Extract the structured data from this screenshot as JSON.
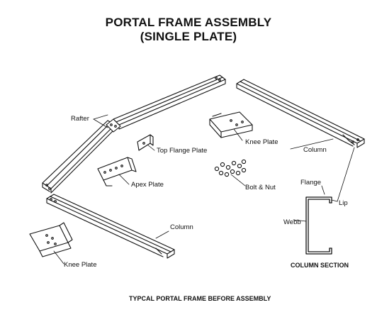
{
  "title": {
    "line1": "PORTAL FRAME ASSEMBLY",
    "line2": "(SINGLE PLATE)"
  },
  "labels": {
    "rafter": "Rafter",
    "knee_plate_top": "Knee Plate",
    "top_flange_plate": "Top Flange Plate",
    "column_right": "Column",
    "apex_plate": "Apex Plate",
    "bolt_nut": "Bolt & Nut",
    "flange": "Flange",
    "lip": "Lip",
    "webb": "Webb",
    "column_front": "Column",
    "knee_plate_bottom": "Knee Plate",
    "column_section": "COLUMN SECTION",
    "caption": "TYPCAL PORTAL FRAME BEFORE ASSEMBLY"
  },
  "colors": {
    "line": "#111111",
    "background": "#ffffff"
  }
}
